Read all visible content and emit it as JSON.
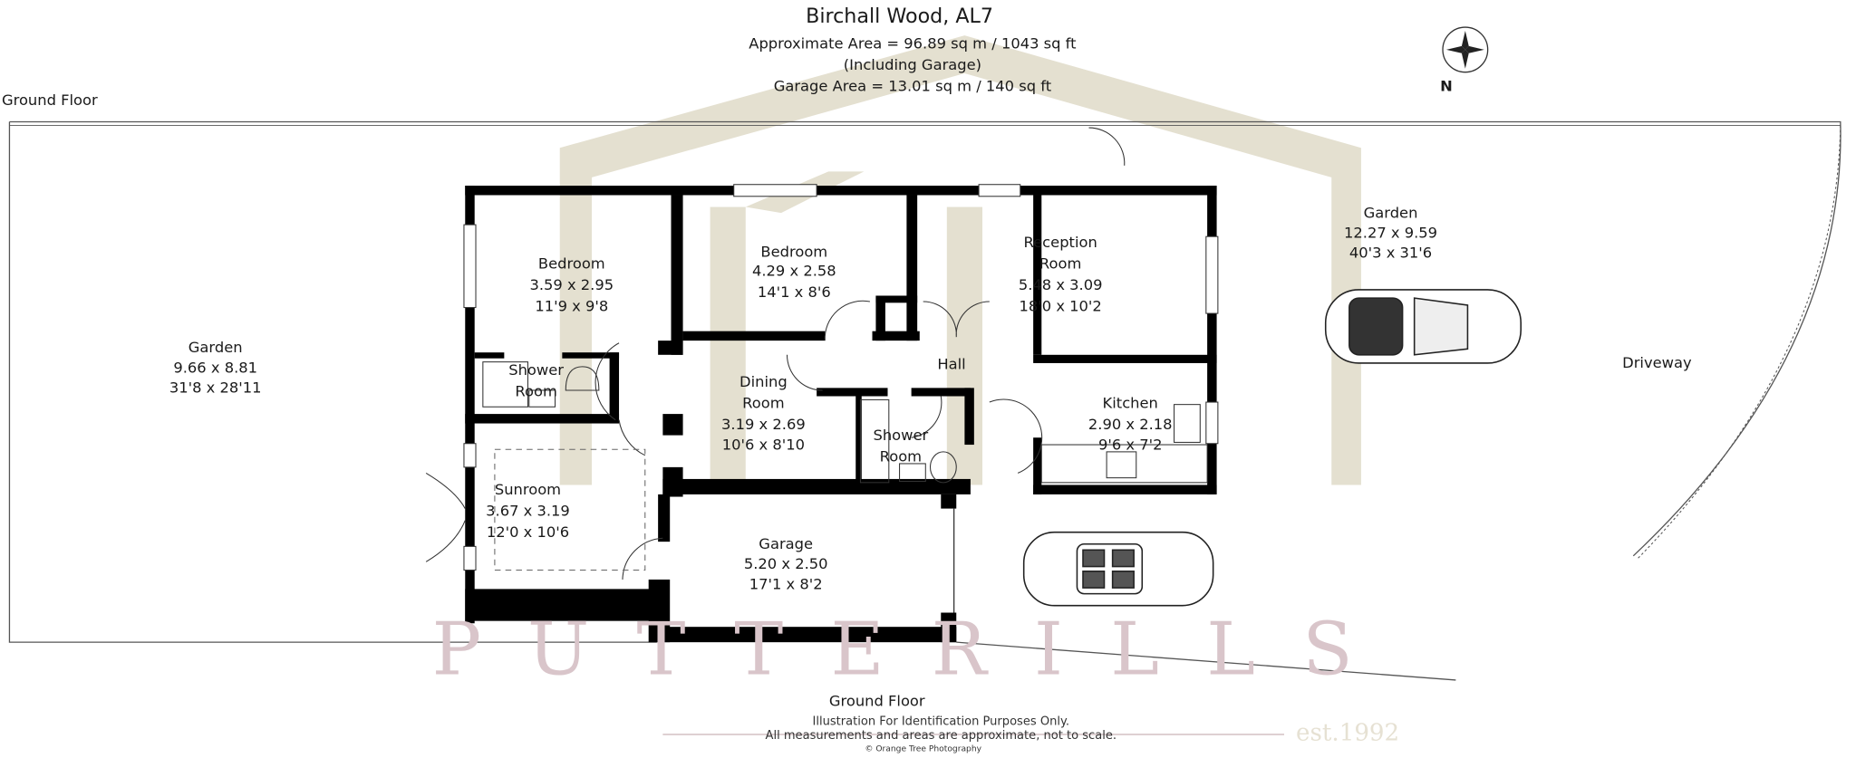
{
  "header": {
    "title": "Birchall Wood, AL7",
    "approx_area": "Approximate Area =  96.89 sq m / 1043 sq ft",
    "including_note": "(Including Garage)",
    "garage_area": "Garage Area = 13.01 sq m / 140 sq ft"
  },
  "compass": {
    "label": "N"
  },
  "floor_label_top": "Ground Floor",
  "floor_label_bottom": "Ground Floor",
  "rooms": {
    "garden_left": {
      "name": "Garden",
      "metric": "9.66 x 8.81",
      "imperial": "31'8 x 28'11"
    },
    "garden_right": {
      "name": "Garden",
      "metric": "12.27 x 9.59",
      "imperial": "40'3 x 31'6"
    },
    "driveway": {
      "name": "Driveway"
    },
    "bedroom1": {
      "name": "Bedroom",
      "metric": "3.59 x 2.95",
      "imperial": "11'9 x 9'8"
    },
    "bedroom2": {
      "name": "Bedroom",
      "metric": "4.29 x 2.58",
      "imperial": "14'1 x 8'6"
    },
    "reception": {
      "name1": "Reception",
      "name2": "Room",
      "metric": "5.48 x 3.09",
      "imperial": "18'0 x 10'2"
    },
    "shower1": {
      "name1": "Shower",
      "name2": "Room"
    },
    "shower2": {
      "name1": "Shower",
      "name2": "Room"
    },
    "hall": {
      "name": "Hall"
    },
    "dining": {
      "name1": "Dining",
      "name2": "Room",
      "metric": "3.19 x 2.69",
      "imperial": "10'6 x 8'10"
    },
    "kitchen": {
      "name": "Kitchen",
      "metric": "2.90 x 2.18",
      "imperial": "9'6 x 7'2"
    },
    "sunroom": {
      "name": "Sunroom",
      "metric": "3.67 x 3.19",
      "imperial": "12'0 x 10'6"
    },
    "garage": {
      "name": "Garage",
      "metric": "5.20 x 2.50",
      "imperial": "17'1 x 8'2"
    }
  },
  "watermark": {
    "brand": "PUTTERILLS",
    "est": "est.1992"
  },
  "footer": {
    "line1": "Illustration For Identification Purposes Only.",
    "line2": "All measurements and areas are approximate, not to scale.",
    "credit": "© Orange Tree Photography"
  },
  "colors": {
    "watermark_house": "#e4e0d0",
    "watermark_text": "#d9c5ca",
    "wall": "#000000"
  }
}
